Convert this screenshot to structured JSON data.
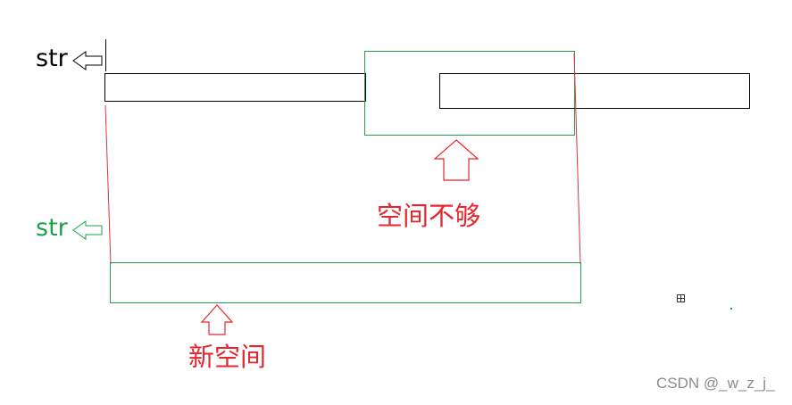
{
  "colors": {
    "black": "#000000",
    "green": "#1aa34a",
    "red": "#e8252d",
    "box_green": "#22a04b",
    "line_red": "#d9363e"
  },
  "labels": {
    "str_top": "str",
    "str_bottom": "str",
    "insufficient_space": "空间不够",
    "new_space": "新空间"
  },
  "watermark": "CSDN @_w_z_j_",
  "icons": [
    "arrow-left-icon",
    "arrow-left-icon",
    "arrow-up-icon",
    "arrow-up-icon",
    "grid-icon"
  ]
}
